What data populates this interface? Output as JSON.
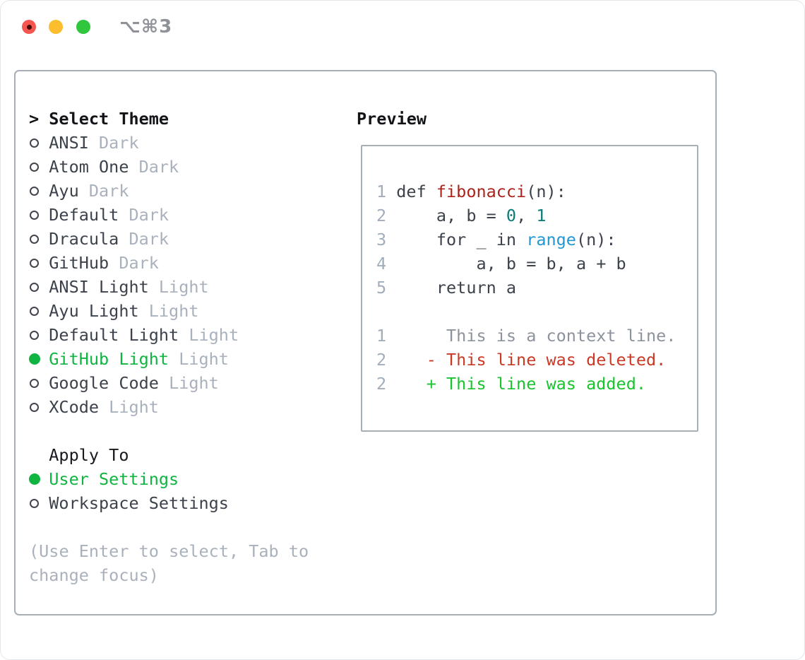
{
  "window": {
    "title": "⌥⌘3",
    "traffic_lights": [
      "close",
      "minimize",
      "zoom"
    ]
  },
  "theme_picker": {
    "prompt": ">",
    "title": "Select Theme",
    "items": [
      {
        "name": "ANSI",
        "variant": "Dark",
        "selected": false
      },
      {
        "name": "Atom One",
        "variant": "Dark",
        "selected": false
      },
      {
        "name": "Ayu",
        "variant": "Dark",
        "selected": false
      },
      {
        "name": "Default",
        "variant": "Dark",
        "selected": false
      },
      {
        "name": "Dracula",
        "variant": "Dark",
        "selected": false
      },
      {
        "name": "GitHub",
        "variant": "Dark",
        "selected": false
      },
      {
        "name": "ANSI Light",
        "variant": "Light",
        "selected": false
      },
      {
        "name": "Ayu Light",
        "variant": "Light",
        "selected": false
      },
      {
        "name": "Default Light",
        "variant": "Light",
        "selected": false
      },
      {
        "name": "GitHub Light",
        "variant": "Light",
        "selected": true
      },
      {
        "name": "Google Code",
        "variant": "Light",
        "selected": false
      },
      {
        "name": "XCode",
        "variant": "Light",
        "selected": false
      }
    ]
  },
  "apply_to": {
    "title": "Apply To",
    "options": [
      {
        "label": "User Settings",
        "selected": true
      },
      {
        "label": "Workspace Settings",
        "selected": false
      }
    ]
  },
  "help": {
    "line1": "(Use Enter to select, Tab to",
    "line2": "change focus)"
  },
  "preview": {
    "title": "Preview",
    "lines": [
      {
        "num": "1",
        "segments": [
          {
            "text": "def ",
            "style": "code"
          },
          {
            "text": "fibonacci",
            "style": "function"
          },
          {
            "text": "(n):",
            "style": "code"
          }
        ]
      },
      {
        "num": "2",
        "segments": [
          {
            "text": "    a, b = ",
            "style": "code"
          },
          {
            "text": "0",
            "style": "number"
          },
          {
            "text": ", ",
            "style": "code"
          },
          {
            "text": "1",
            "style": "number"
          }
        ]
      },
      {
        "num": "3",
        "segments": [
          {
            "text": "    for _ in ",
            "style": "code"
          },
          {
            "text": "range",
            "style": "builtin"
          },
          {
            "text": "(n):",
            "style": "code"
          }
        ]
      },
      {
        "num": "4",
        "segments": [
          {
            "text": "        a, b = b, a + b",
            "style": "code"
          }
        ]
      },
      {
        "num": "5",
        "segments": [
          {
            "text": "    return a",
            "style": "code"
          }
        ]
      },
      {
        "num": "",
        "segments": []
      },
      {
        "num": "1",
        "segments": [
          {
            "text": "     This is a context line.",
            "style": "context"
          }
        ]
      },
      {
        "num": "2",
        "segments": [
          {
            "text": "   - This line was deleted.",
            "style": "deleted"
          }
        ]
      },
      {
        "num": "2",
        "segments": [
          {
            "text": "   + This line was added.",
            "style": "added"
          }
        ]
      }
    ]
  },
  "colors": {
    "text_dark": "#3c424b",
    "heading": "#121418",
    "muted": "#a9b1bd",
    "line_number": "#a2adbc",
    "context_gray": "#8d939c",
    "selection_green": "#10b441",
    "added_green": "#1ac32f",
    "deleted_red": "#c93a26",
    "function_red": "#ab241c",
    "number_teal": "#0b7d78",
    "builtin_blue": "#2497d3",
    "border_gray": "#a6aeb8",
    "titlebar_gray": "#8f9298",
    "traffic_red": "#f4554e",
    "traffic_red_dot": "#470b07",
    "traffic_yellow": "#fcbd2f",
    "traffic_green": "#30c63e"
  }
}
